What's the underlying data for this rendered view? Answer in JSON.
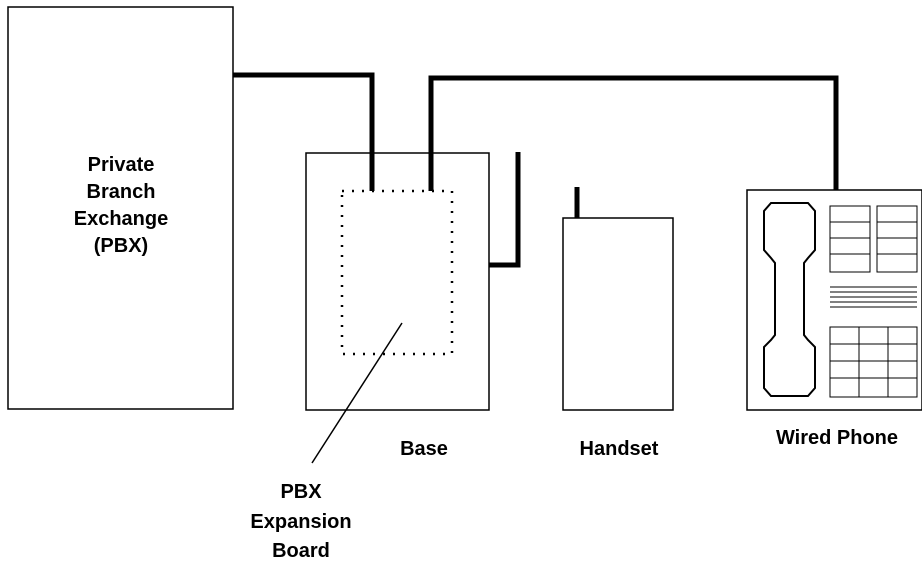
{
  "labels": {
    "pbx": [
      "Private",
      "Branch",
      "Exchange",
      "(PBX)"
    ],
    "base": "Base",
    "handset": "Handset",
    "wired_phone": "Wired Phone",
    "expansion_board": [
      "PBX",
      "Expansion",
      "Board"
    ]
  }
}
